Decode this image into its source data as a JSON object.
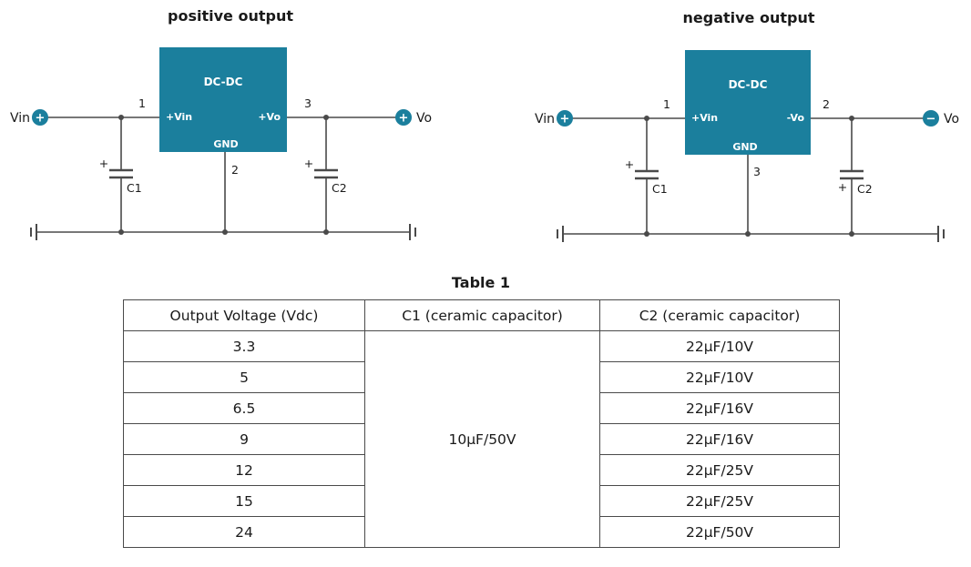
{
  "colors": {
    "teal": "#1b7f9d",
    "line": "#4a4a4a",
    "text": "#1a1a1a"
  },
  "positive": {
    "title": "positive output",
    "box": {
      "name": "DC-DC",
      "pin_in": "+Vin",
      "pin_out": "+Vo",
      "pin_gnd": "GND"
    },
    "pins": {
      "in": "1",
      "out": "3",
      "gnd": "2"
    },
    "vin_label": "Vin",
    "vo_label": "Vo",
    "vin_sign": "+",
    "vo_sign": "+",
    "c1_label": "C1",
    "c2_label": "C2",
    "c1_sign": "+",
    "c2_sign": "+"
  },
  "negative": {
    "title": "negative output",
    "box": {
      "name": "DC-DC",
      "pin_in": "+Vin",
      "pin_out": "-Vo",
      "pin_gnd": "GND"
    },
    "pins": {
      "in": "1",
      "out": "2",
      "gnd": "3"
    },
    "vin_label": "Vin",
    "vo_label": "Vo",
    "vin_sign": "+",
    "vo_sign": "−",
    "c1_label": "C1",
    "c2_label": "C2",
    "c1_sign": "+",
    "c2_sign": "+"
  },
  "table": {
    "title": "Table 1",
    "headers": [
      "Output Voltage (Vdc)",
      "C1 (ceramic capacitor)",
      "C2 (ceramic capacitor)"
    ],
    "c1_value": "10µF/50V",
    "rows": [
      {
        "voltage": "3.3",
        "c2": "22µF/10V"
      },
      {
        "voltage": "5",
        "c2": "22µF/10V"
      },
      {
        "voltage": "6.5",
        "c2": "22µF/16V"
      },
      {
        "voltage": "9",
        "c2": "22µF/16V"
      },
      {
        "voltage": "12",
        "c2": "22µF/25V"
      },
      {
        "voltage": "15",
        "c2": "22µF/25V"
      },
      {
        "voltage": "24",
        "c2": "22µF/50V"
      }
    ]
  }
}
